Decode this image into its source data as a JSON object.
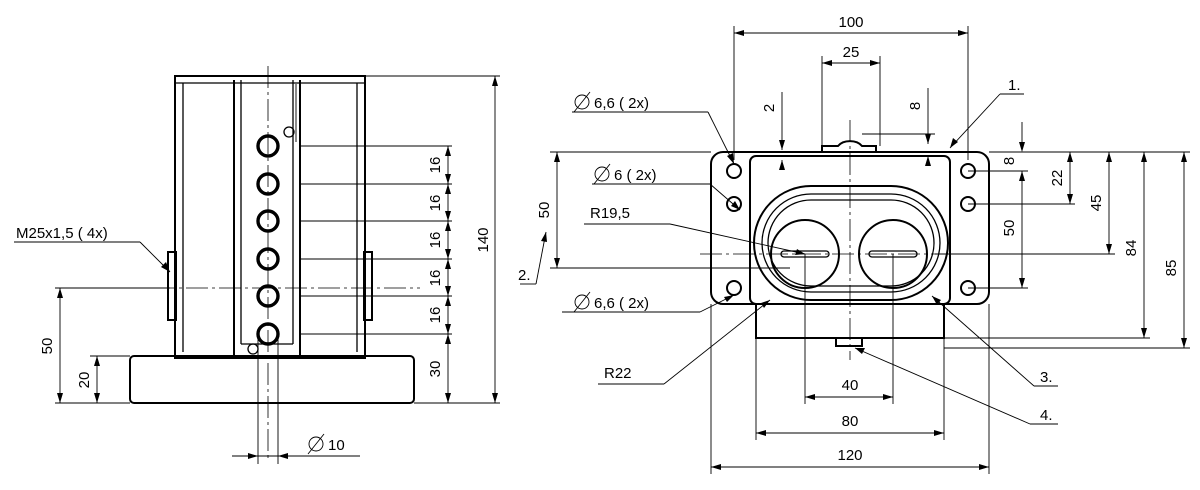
{
  "side_view": {
    "dims": {
      "pitch_1": "16",
      "pitch_2": "16",
      "pitch_3": "16",
      "pitch_4": "16",
      "pitch_5": "16",
      "bottom_offset": "30",
      "total_height": "140",
      "base_height": "20",
      "conduit_height": "50",
      "diameter": "10"
    },
    "thread_label": "M25x1,5 ( 4x)"
  },
  "front_view": {
    "dims": {
      "width_100": "100",
      "width_25": "25",
      "gap_2": "2",
      "gap_8_top": "8",
      "hole_d66_top": "6,6 ( 2x)",
      "hole_d6": "6 ( 2x)",
      "radius_inner": "R19,5",
      "left_50": "50",
      "right_8": "8",
      "right_22": "22",
      "right_45": "45",
      "right_50": "50",
      "right_84": "84",
      "right_85": "85",
      "hole_d66_bottom": "6,6 ( 2x)",
      "radius_outer": "R22",
      "width_40": "40",
      "width_80": "80",
      "width_120": "120"
    },
    "callouts": {
      "c1": "1.",
      "c2": "2.",
      "c3": "3.",
      "c4": "4."
    }
  }
}
